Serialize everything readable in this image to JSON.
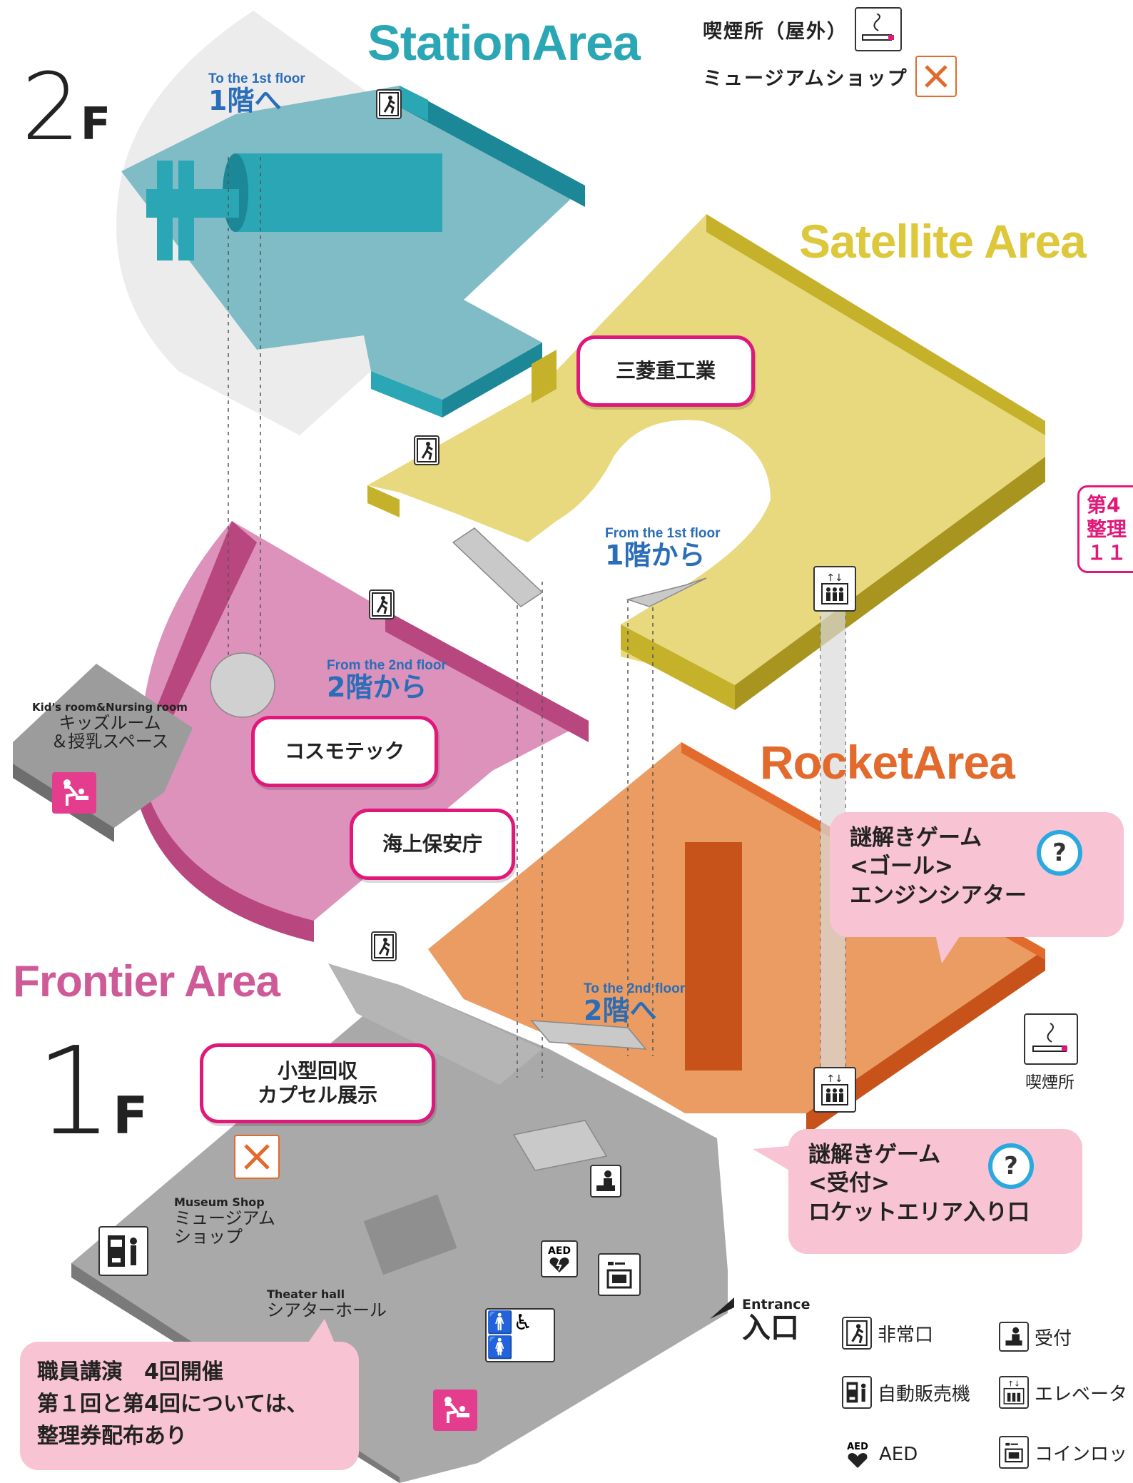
{
  "floors": {
    "second": {
      "num": "2",
      "letter": "F"
    },
    "first": {
      "num": "1",
      "letter": "F"
    }
  },
  "areas": {
    "station": {
      "title": "StationArea",
      "color": "#2aa6b5"
    },
    "satellite": {
      "title": "Satellite Area",
      "color": "#dcc83a"
    },
    "rocket": {
      "title": "RocketArea",
      "color": "#e26a2c"
    },
    "frontier": {
      "title": "Frontier Area",
      "color": "#cf5a98"
    }
  },
  "stairs": {
    "to_1st": {
      "en": "To the 1st floor",
      "ja": "1階へ"
    },
    "from_1st": {
      "en": "From the 1st floor",
      "ja": "1階から"
    },
    "from_2nd": {
      "en": "From the 2nd floor",
      "ja": "2階から"
    },
    "to_2nd": {
      "en": "To the 2nd floor",
      "ja": "2階へ"
    }
  },
  "exhibits": {
    "mitsubishi": "三菱重工業",
    "cosmotec": "コスモテック",
    "coast_guard": "海上保安庁",
    "capsule_1": "小型回収",
    "capsule_2": "カプセル展示"
  },
  "kids_room": {
    "en": "Kid's room&Nursing room",
    "ja_1": "キッズルーム",
    "ja_2": "＆授乳スペース"
  },
  "museum_shop": {
    "en": "Museum Shop",
    "ja_1": "ミュージアム",
    "ja_2": "ショップ"
  },
  "theater": {
    "en": "Theater hall",
    "ja": "シアターホール"
  },
  "entrance": {
    "en": "Entrance",
    "ja": "入口"
  },
  "smoking_label": "喫煙所",
  "puzzle_goal": {
    "line1": "謎解きゲーム",
    "line2": "<ゴール>",
    "line3": "エンジンシアター"
  },
  "puzzle_start": {
    "line1": "謎解きゲーム",
    "line2": "<受付>",
    "line3": "ロケットエリア入り口"
  },
  "staff_talk": {
    "line1": "職員講演　4回開催",
    "line2": "第１回と第4回については、",
    "line3": "整理券配布あり"
  },
  "side_note": {
    "line1": "第4",
    "line2": "整理",
    "line3": "１１"
  },
  "top_legend": {
    "smoking_outdoor": "喫煙所（屋外）",
    "museum_shop": "ミュージアムショップ"
  },
  "legend": {
    "emergency_exit": "非常口",
    "reception": "受付",
    "vending_machine": "自動販売機",
    "elevator": "エレベータ",
    "aed": "AED",
    "coin_locker": "コインロッ"
  },
  "icons": {
    "aed_text": "AED",
    "qmark": "?",
    "toilet_glyphs": "🚹♿🚺"
  }
}
